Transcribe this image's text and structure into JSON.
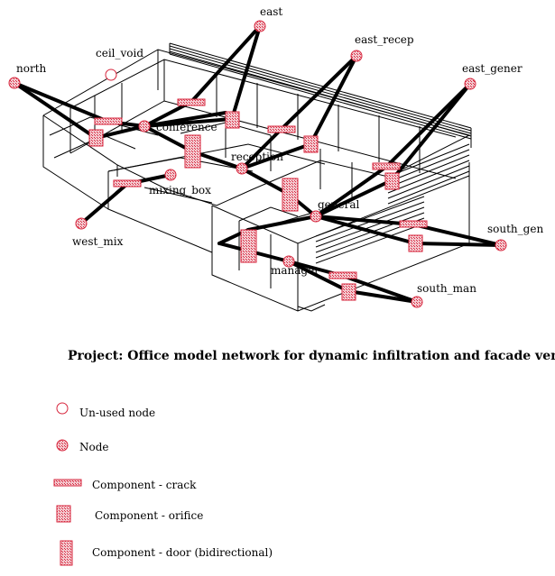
{
  "title": "Project: Office model network for dynamic infiltration and facade vents",
  "colors": {
    "node": "#d7263d",
    "hatch": "#e8a0aa",
    "link": "#000000",
    "building": "#000000"
  },
  "nodes": {
    "north": "north",
    "ceil_void": "ceil_void",
    "east": "east",
    "east_recep": "east_recep",
    "east_gener": "east_gener",
    "conference": "conference",
    "reception": "reception",
    "mixing_box": "mixing_box",
    "west_mix": "west_mix",
    "general": "general",
    "south_gen": "south_gen",
    "manager": "manager",
    "south_man": "south_man"
  },
  "legend": {
    "unused_node": "Un-used node",
    "node": "Node",
    "crack": "Component - crack",
    "orifice": "Component - orifice",
    "door": "Component - door (bidirectional)"
  }
}
